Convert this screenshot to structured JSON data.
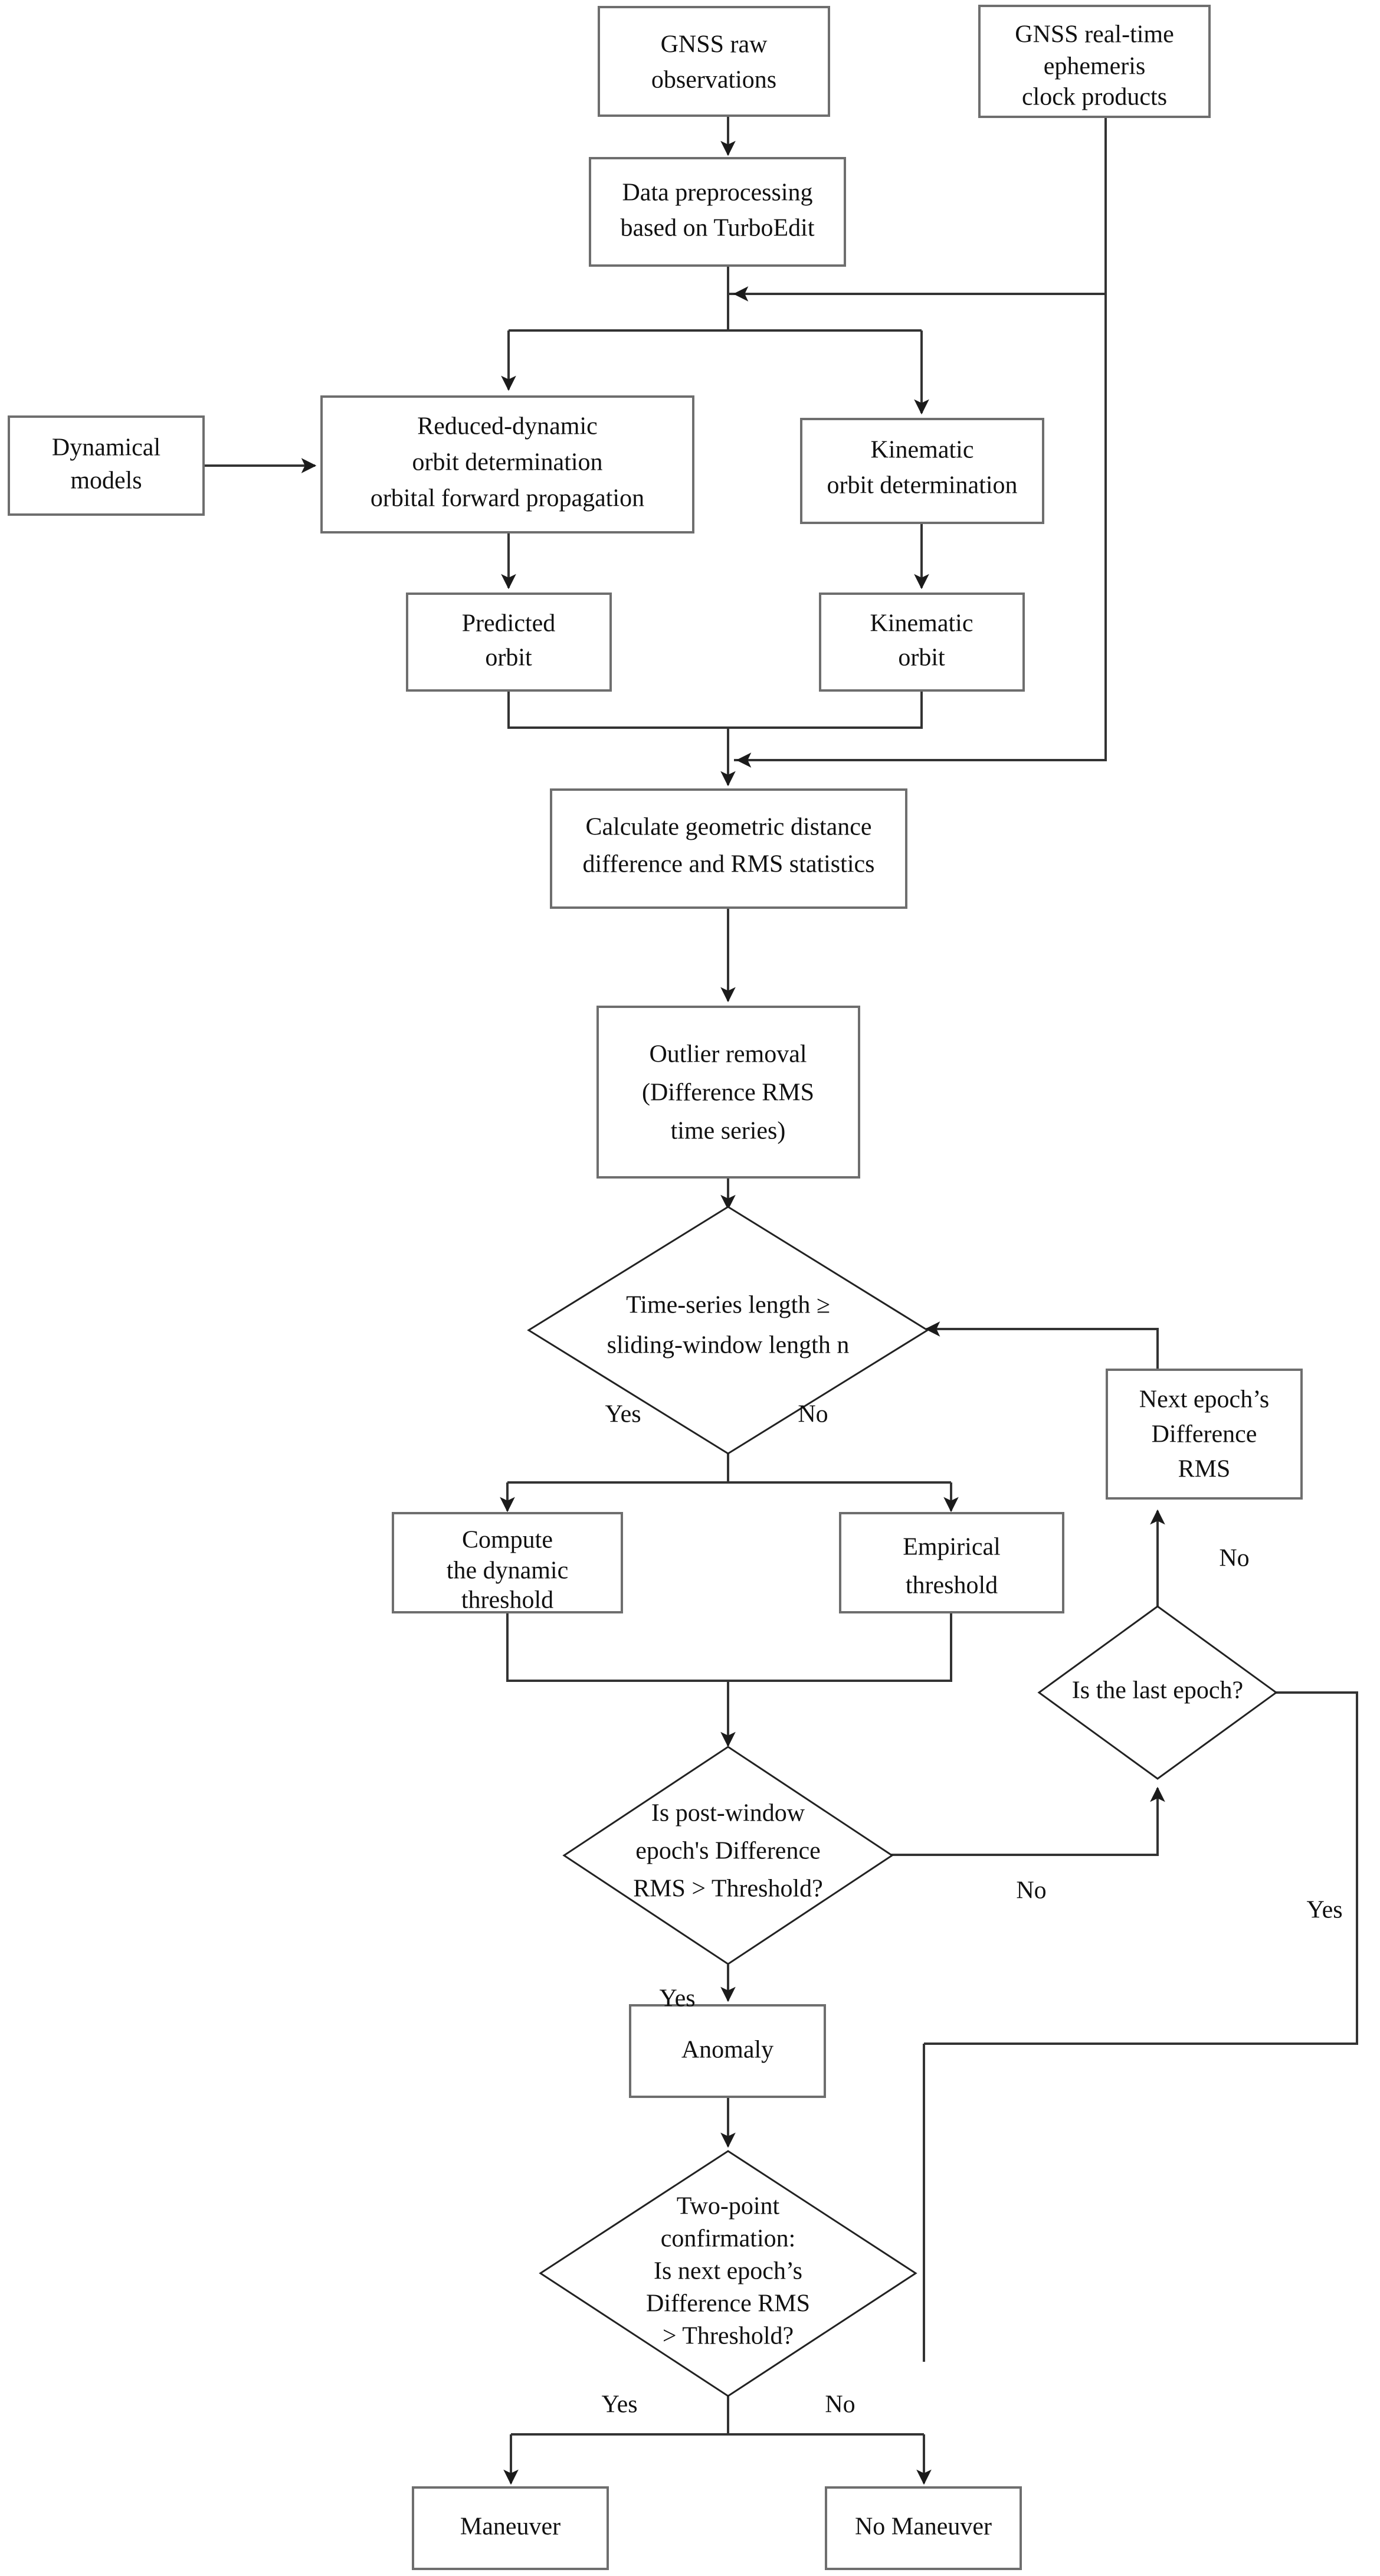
{
  "diagram": {
    "title": "Satellite maneuver detection flowchart",
    "colors": {
      "box_stroke": "#6e6e6e",
      "diamond_stroke": "#222222",
      "edge": "#333333",
      "text": "#111111",
      "background": "#ffffff"
    },
    "nodes": [
      {
        "id": "gnss_raw",
        "shape": "box",
        "lines": [
          "GNSS raw",
          "observations"
        ]
      },
      {
        "id": "gnss_rt",
        "shape": "box",
        "lines": [
          "GNSS real-time",
          "ephemeris",
          "clock products"
        ]
      },
      {
        "id": "preprocess",
        "shape": "box",
        "lines": [
          "Data preprocessing",
          "based on TurboEdit"
        ]
      },
      {
        "id": "dyn_models",
        "shape": "box",
        "lines": [
          "Dynamical",
          "models"
        ]
      },
      {
        "id": "reduced_dynamic",
        "shape": "box",
        "lines": [
          "Reduced-dynamic",
          "orbit determination",
          "orbital forward propagation"
        ]
      },
      {
        "id": "kinematic_od",
        "shape": "box",
        "lines": [
          "Kinematic",
          "orbit determination"
        ]
      },
      {
        "id": "predicted_orbit",
        "shape": "box",
        "lines": [
          "Predicted",
          "orbit"
        ]
      },
      {
        "id": "kinematic_orbit",
        "shape": "box",
        "lines": [
          "Kinematic",
          "orbit"
        ]
      },
      {
        "id": "calc_geom",
        "shape": "box",
        "lines": [
          "Calculate geometric distance",
          "difference and RMS statistics"
        ]
      },
      {
        "id": "outlier",
        "shape": "box",
        "lines": [
          "Outlier removal",
          "(Difference RMS",
          "time series)"
        ]
      },
      {
        "id": "len_check",
        "shape": "diamond",
        "lines": [
          "Time-series length ≥",
          "sliding-window length n"
        ]
      },
      {
        "id": "next_epoch",
        "shape": "box",
        "lines": [
          "Next epoch’s",
          "Difference",
          "RMS"
        ]
      },
      {
        "id": "dynamic_thr",
        "shape": "box",
        "lines": [
          "Compute",
          "the dynamic",
          "threshold"
        ]
      },
      {
        "id": "empirical_thr",
        "shape": "box",
        "lines": [
          "Empirical",
          "threshold"
        ]
      },
      {
        "id": "last_epoch",
        "shape": "diamond",
        "lines": [
          "Is the last epoch?"
        ]
      },
      {
        "id": "post_window",
        "shape": "diamond",
        "lines": [
          "Is post-window",
          "epoch's Difference",
          "RMS > Threshold?"
        ]
      },
      {
        "id": "anomaly",
        "shape": "box",
        "lines": [
          "Anomaly"
        ]
      },
      {
        "id": "two_point",
        "shape": "diamond",
        "lines": [
          "Two-point",
          "confirmation:",
          "Is next epoch’s",
          "Difference RMS",
          "> Threshold?"
        ]
      },
      {
        "id": "maneuver",
        "shape": "box",
        "lines": [
          "Maneuver"
        ]
      },
      {
        "id": "no_maneuver",
        "shape": "box",
        "lines": [
          "No Maneuver"
        ]
      }
    ],
    "edge_labels": [
      {
        "id": "len_yes",
        "text": "Yes"
      },
      {
        "id": "len_no",
        "text": "No"
      },
      {
        "id": "post_yes",
        "text": "Yes"
      },
      {
        "id": "post_no",
        "text": "No"
      },
      {
        "id": "last_no",
        "text": "No"
      },
      {
        "id": "last_yes",
        "text": "Yes"
      },
      {
        "id": "two_point_yes",
        "text": "Yes"
      },
      {
        "id": "two_point_no",
        "text": "No"
      }
    ]
  }
}
